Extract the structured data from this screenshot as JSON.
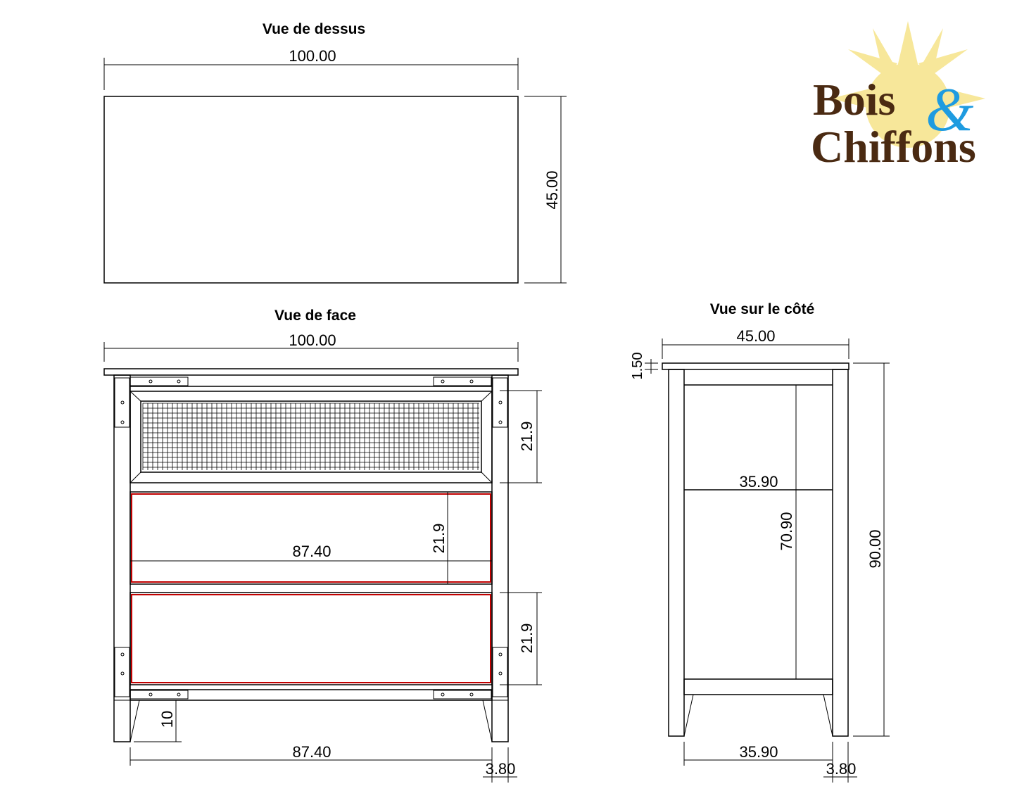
{
  "logo": {
    "line1": "Bois",
    "ampersand": "&",
    "line2": "Chiffons",
    "colors": {
      "text": "#4a2a12",
      "ampersand": "#1e9be0",
      "sun": "#f7e79a"
    }
  },
  "views": {
    "top": {
      "title": "Vue de dessus",
      "width": "100.00",
      "depth": "45.00"
    },
    "front": {
      "title": "Vue de face",
      "width": "100.00",
      "drawer_top_height": "21.9",
      "drawer_mid_height": "21.9",
      "drawer_mid_width": "87.40",
      "drawer_bottom_height": "21.9",
      "leg_height": "10",
      "inner_width": "87.40",
      "leg_width": "3.80"
    },
    "side": {
      "title": "Vue sur le côté",
      "depth": "45.00",
      "top_thickness": "1.50",
      "shelf_depth": "35.90",
      "inner_height": "70.90",
      "total_height": "90.00",
      "base_depth": "35.90",
      "leg_width": "3.80"
    }
  },
  "colors": {
    "line": "#000000",
    "drawer_outline": "#c00000"
  }
}
